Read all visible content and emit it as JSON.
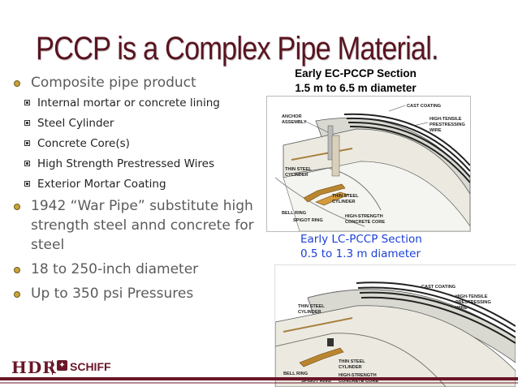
{
  "title": "PCCP is a Complex Pipe Material.",
  "bullets": [
    {
      "text": "Composite pipe product"
    },
    {
      "text": "1942 “War Pipe” substitute high strength steel annd concrete for steel"
    },
    {
      "text": "18 to 250-inch diameter"
    },
    {
      "text": "Up to 350 psi Pressures"
    }
  ],
  "sub_bullets": [
    "Internal mortar or concrete lining",
    "Steel Cylinder",
    "Concrete Core(s)",
    "High Strength Prestressed Wires",
    "Exterior Mortar Coating"
  ],
  "figure1": {
    "caption_line1": "Early EC-PCCP Section",
    "caption_line2": "1.5 m to 6.5 m diameter",
    "labels": {
      "cast_coating": "CAST COATING",
      "anchor": "ANCHOR",
      "assembly": "ASSEMBLY",
      "high_tensile": "HIGH-TENSILE",
      "prestressing": "PRESTRESSING",
      "wire": "WIRE",
      "thin_steel": "THIN STEEL",
      "cylinder": "CYLINDER",
      "thin_steel2": "THIN STEEL",
      "cylinder2": "CYLINDER",
      "bell_ring": "BELL RING",
      "spigot_ring": "SPIGOT RING",
      "high_strength": "HIGH-STRENGTH",
      "concrete_core": "CONCRETE CORE"
    }
  },
  "figure2": {
    "caption_line1": "Early LC-PCCP Section",
    "caption_line2": "0.5 to 1.3 m diameter",
    "labels": {
      "cast_coating": "CAST COATING",
      "high_tensile": "HIGH-TENSILE",
      "prestressing": "PRESTRESSING",
      "wire": "WIRE",
      "thin_steel": "THIN STEEL",
      "cylinder": "CYLINDER",
      "thin_steel2": "THIN STEEL",
      "cylinder2": "CYLINDER",
      "bell_ring": "BELL RING",
      "spigot_ring": "SPIGOT RING",
      "high_strength": "HIGH-STRENGTH",
      "concrete_core": "CONCRETE CORE"
    }
  },
  "footer": {
    "hdr": "HDR",
    "schiff": "SCHIFF",
    "schiff_icon": "✦"
  },
  "colors": {
    "title": "#5a1420",
    "caption2": "#1a3fd8",
    "bullet": "#c8a33c",
    "brand": "#6b1628"
  }
}
